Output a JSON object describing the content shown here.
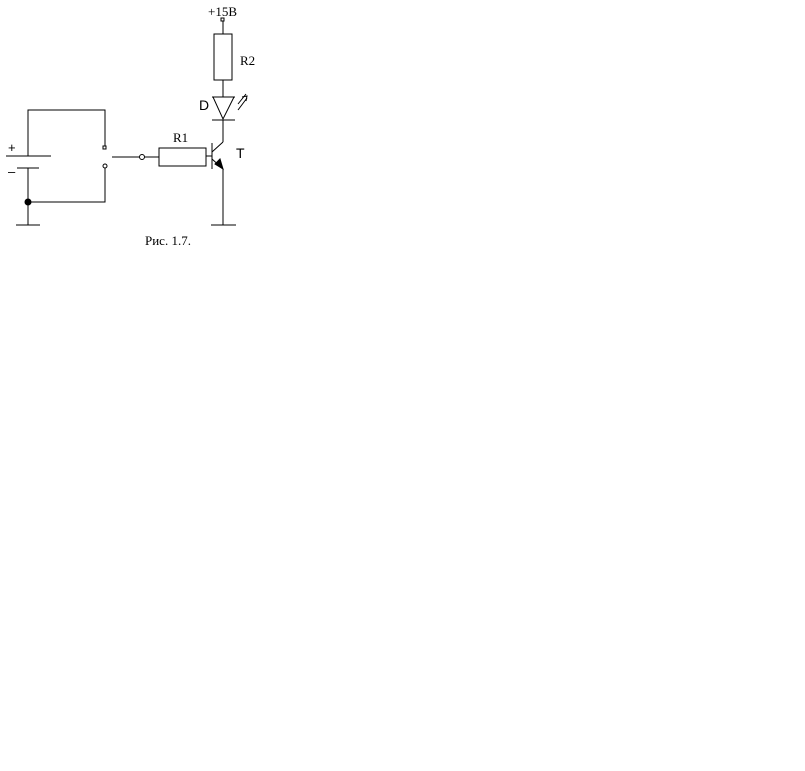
{
  "labels": {
    "supply": "+15В",
    "r1": "R1",
    "r2": "R2",
    "led": "D",
    "transistor": "T",
    "battery_plus": "+",
    "battery_minus": "–",
    "caption": "Рис. 1.7."
  }
}
